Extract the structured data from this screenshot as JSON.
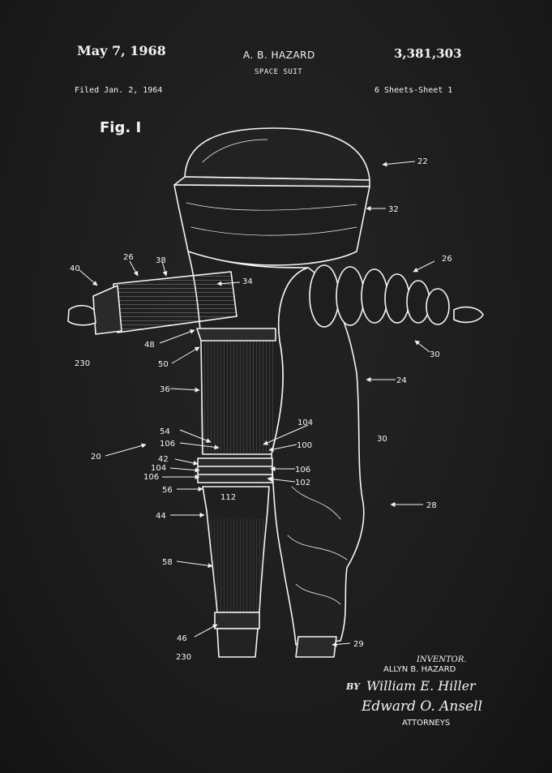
{
  "header": {
    "date": "May 7, 1968",
    "inventor": "A. B. HAZARD",
    "title": "SPACE SUIT",
    "patent_number": "3,381,303",
    "filed": "Filed Jan. 2, 1964",
    "sheets": "6 Sheets-Sheet 1"
  },
  "figure": {
    "label": "Fig. I"
  },
  "references": [
    {
      "id": "r22",
      "text": "22"
    },
    {
      "id": "r32",
      "text": "32"
    },
    {
      "id": "r26a",
      "text": "26"
    },
    {
      "id": "r38",
      "text": "38"
    },
    {
      "id": "r40",
      "text": "40"
    },
    {
      "id": "r34",
      "text": "34"
    },
    {
      "id": "r26b",
      "text": "26"
    },
    {
      "id": "r230a",
      "text": "230"
    },
    {
      "id": "r48",
      "text": "48"
    },
    {
      "id": "r50",
      "text": "50"
    },
    {
      "id": "r30a",
      "text": "30"
    },
    {
      "id": "r24",
      "text": "24"
    },
    {
      "id": "r36",
      "text": "36"
    },
    {
      "id": "r104a",
      "text": "104"
    },
    {
      "id": "r54",
      "text": "54"
    },
    {
      "id": "r30b",
      "text": "30"
    },
    {
      "id": "r106a",
      "text": "106"
    },
    {
      "id": "r100",
      "text": "100"
    },
    {
      "id": "r20",
      "text": "20"
    },
    {
      "id": "r42",
      "text": "42"
    },
    {
      "id": "r104b",
      "text": "104"
    },
    {
      "id": "r106b",
      "text": "106"
    },
    {
      "id": "r106c",
      "text": "106"
    },
    {
      "id": "r102",
      "text": "102"
    },
    {
      "id": "r56",
      "text": "56"
    },
    {
      "id": "r112",
      "text": "112"
    },
    {
      "id": "r28",
      "text": "28"
    },
    {
      "id": "r44",
      "text": "44"
    },
    {
      "id": "r58",
      "text": "58"
    },
    {
      "id": "r46",
      "text": "46"
    },
    {
      "id": "r29",
      "text": "29"
    },
    {
      "id": "r230b",
      "text": "230"
    }
  ],
  "footer": {
    "inventor_label": "INVENTOR.",
    "inventor_name": "ALLYN B. HAZARD",
    "by": "BY",
    "signature_1": "William E. Hiller",
    "signature_2": "Edward O. Ansell",
    "attorneys": "ATTORNEYS"
  }
}
